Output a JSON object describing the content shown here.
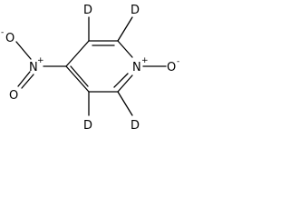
{
  "molecule": {
    "labels": {
      "d_top_left": "D",
      "d_top_right": "D",
      "d_bottom_left": "D",
      "d_bottom_right": "D",
      "ring_nitrogen": "N",
      "ring_n_oxide_oxygen": "O",
      "nitro_nitrogen": "N",
      "nitro_top_oxygen": "O",
      "nitro_bottom_oxygen": "O"
    },
    "charges": {
      "ring_nitrogen": "+",
      "ring_n_oxide_oxygen": "-",
      "nitro_nitrogen": "+",
      "nitro_top_oxygen": "-"
    }
  }
}
